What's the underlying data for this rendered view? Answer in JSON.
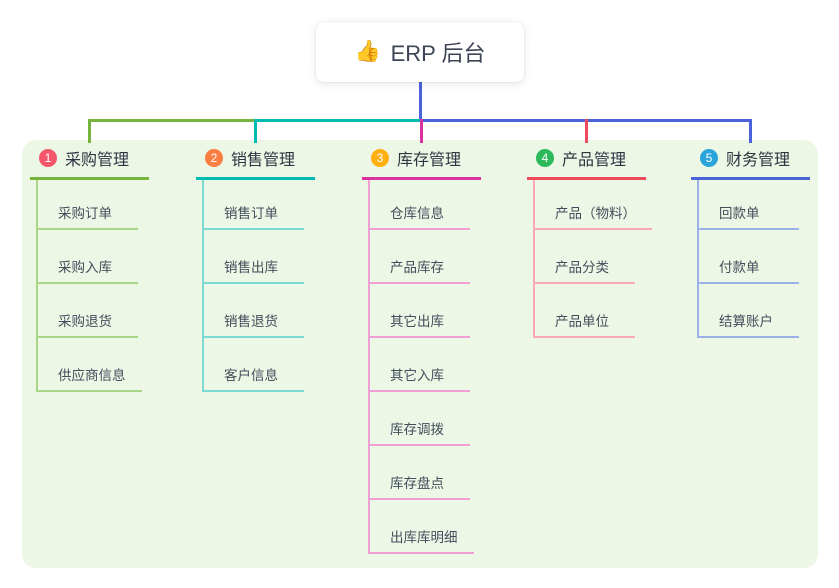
{
  "root": {
    "icon": "👍",
    "title": "ERP 后台"
  },
  "canvas": {
    "background": "#ffffff",
    "panel_color": "#ecf7e5"
  },
  "branches": [
    {
      "num": "1",
      "label": "采购管理",
      "badge_color": "#f4566b",
      "line_color": "#76b43e",
      "child_line_color": "#a9d687",
      "children": [
        "采购订单",
        "采购入库",
        "采购退货",
        "供应商信息"
      ]
    },
    {
      "num": "2",
      "label": "销售管理",
      "badge_color": "#fa7d41",
      "line_color": "#00bcb0",
      "child_line_color": "#7ed9d0",
      "children": [
        "销售订单",
        "销售出库",
        "销售退货",
        "客户信息"
      ]
    },
    {
      "num": "3",
      "label": "库存管理",
      "badge_color": "#ffaf0f",
      "line_color": "#d833a0",
      "child_line_color": "#f09ed4",
      "children": [
        "仓库信息",
        "产品库存",
        "其它出库",
        "其它入库",
        "库存调拨",
        "库存盘点",
        "出库库明细"
      ]
    },
    {
      "num": "4",
      "label": "产品管理",
      "badge_color": "#2cb959",
      "line_color": "#ee4a5e",
      "child_line_color": "#f9a9b1",
      "children": [
        "产品（物料）",
        "产品分类",
        "产品单位"
      ]
    },
    {
      "num": "5",
      "label": "财务管理",
      "badge_color": "#2aa5dc",
      "line_color": "#4a63d8",
      "child_line_color": "#9cb0e8",
      "children": [
        "回款单",
        "付款单",
        "结算账户"
      ]
    }
  ]
}
